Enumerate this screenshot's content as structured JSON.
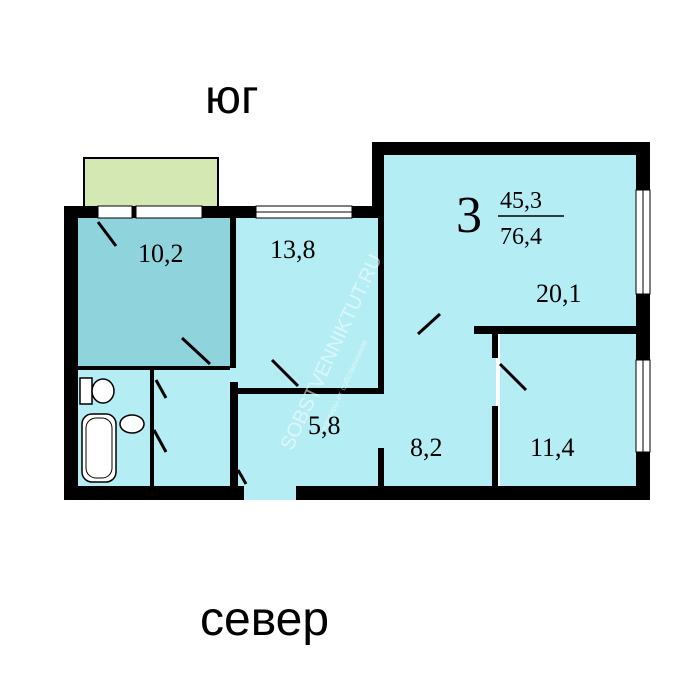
{
  "compass": {
    "south": "юг",
    "north": "север"
  },
  "apartment": {
    "rooms": "3",
    "living_area": "45,3",
    "total_area": "76,4"
  },
  "rooms": [
    {
      "name": "room-balcony-side",
      "area": "10,2"
    },
    {
      "name": "room-middle",
      "area": "13,8"
    },
    {
      "name": "room-large",
      "area": "20,1"
    },
    {
      "name": "hallway",
      "area": "5,8"
    },
    {
      "name": "corridor",
      "area": "8,2"
    },
    {
      "name": "room-small",
      "area": "11,4"
    }
  ],
  "watermark": {
    "site": "SOBSTVENNIKTUT.RU",
    "tagline": "квартиры от собственников"
  },
  "colors": {
    "room": "#b5edf4",
    "room_dark": "#8fd3dc",
    "balcony": "#d3e8b3",
    "wall": "#000000"
  }
}
